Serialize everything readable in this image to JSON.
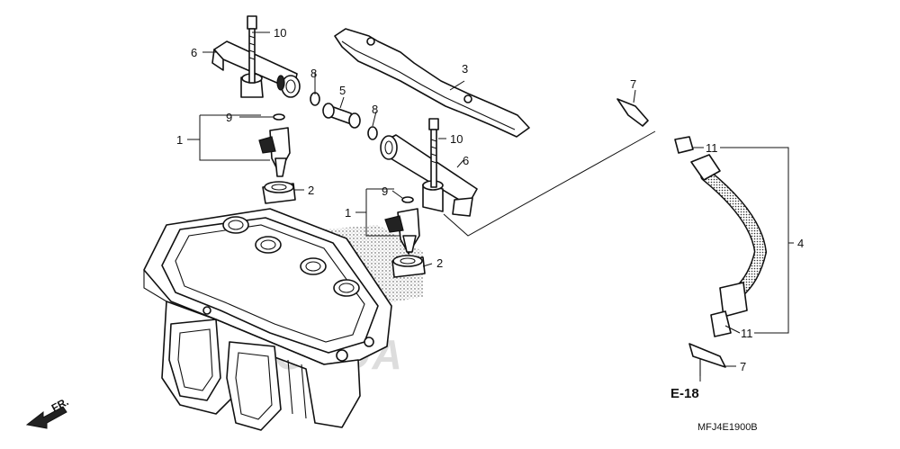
{
  "diagram": {
    "callouts": {
      "c1a": "1",
      "c1b": "1",
      "c2a": "2",
      "c2b": "2",
      "c3": "3",
      "c4": "4",
      "c5": "5",
      "c6a": "6",
      "c6b": "6",
      "c7a": "7",
      "c7b": "7",
      "c8a": "8",
      "c8b": "8",
      "c9a": "9",
      "c9b": "9",
      "c10a": "10",
      "c10b": "10",
      "c11a": "11",
      "c11b": "11"
    },
    "reference": "E-18",
    "figure_code": "MFJ4E1900B",
    "direction_label": "FR.",
    "watermark": "HONDA"
  }
}
